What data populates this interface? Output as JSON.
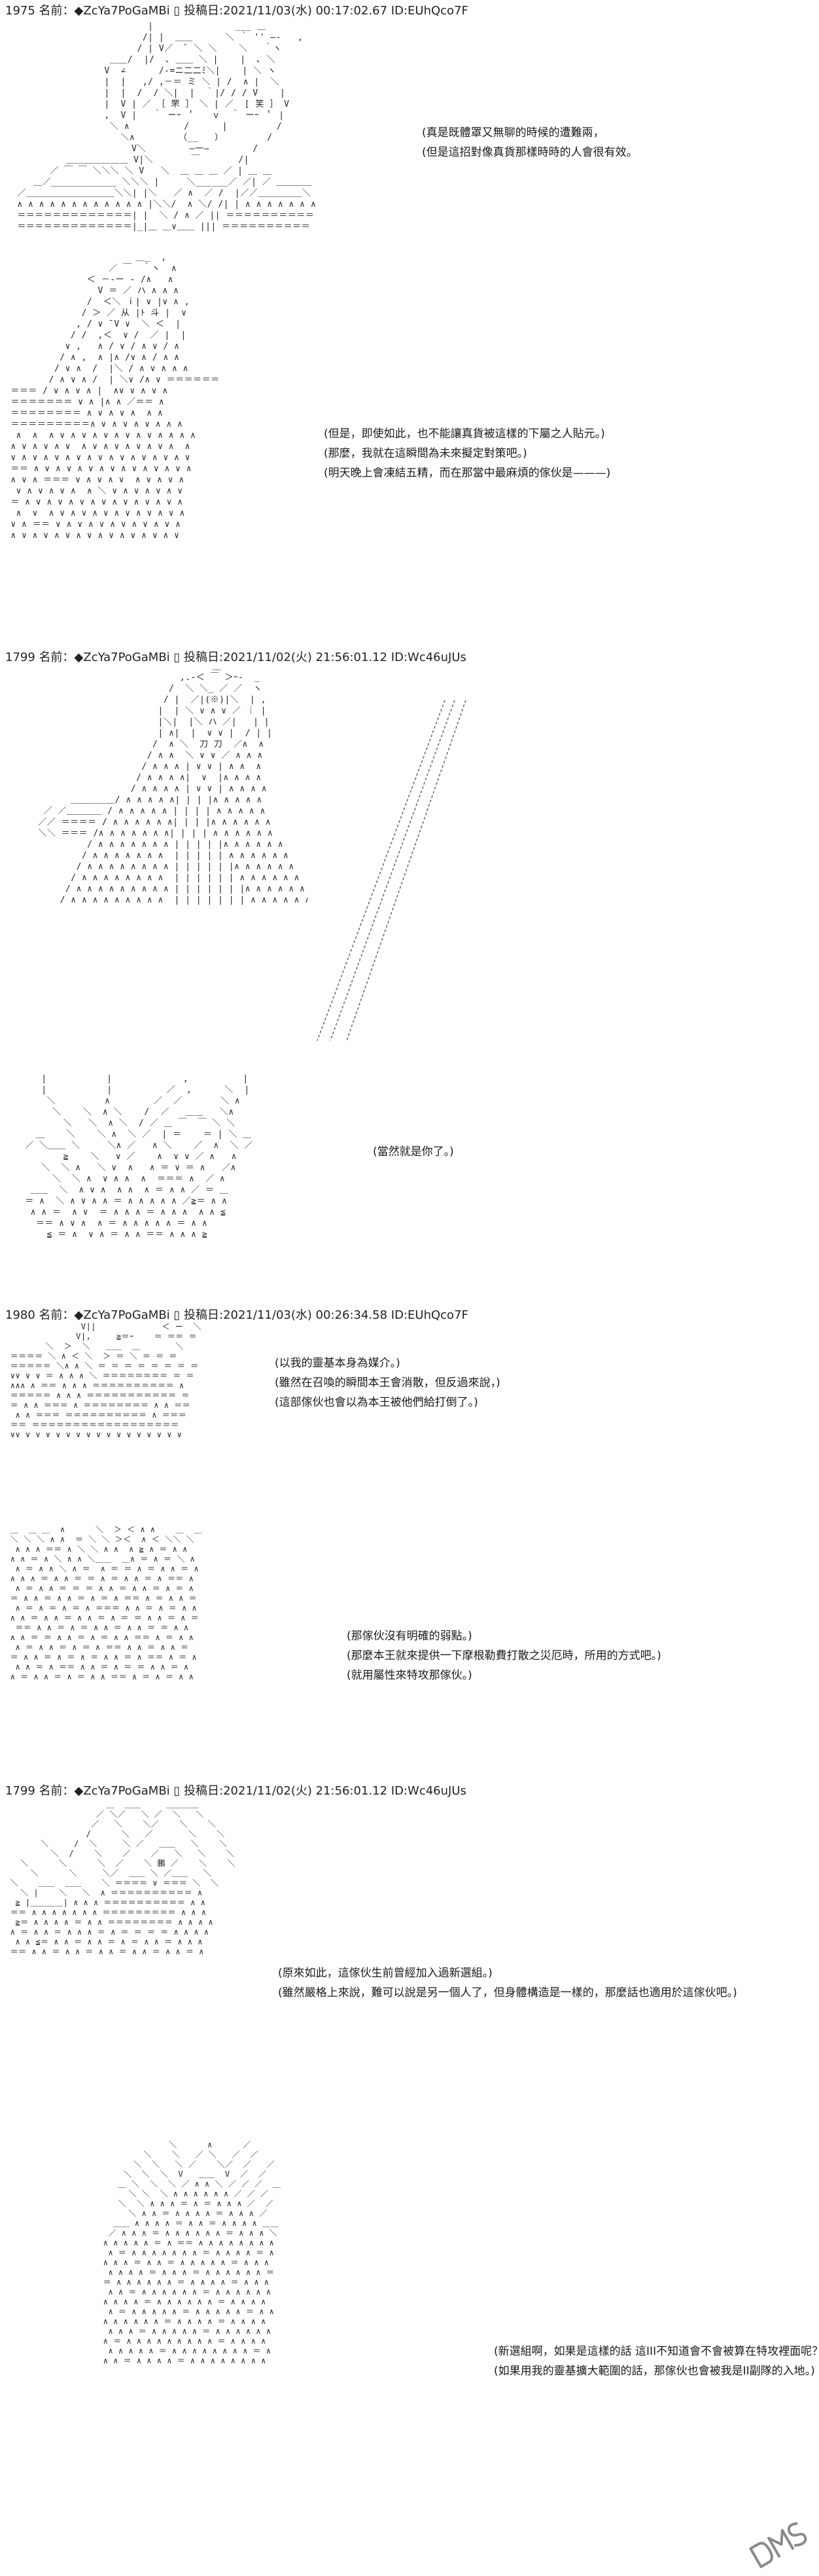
{
  "posts": [
    {
      "header": "1975 名前：◆ZcYa7PoGaMBi ▯ 投稿日:2021/11/03(水) 00:17:02.67 ID:EUhQco7F"
    },
    {
      "header": "1799 名前：◆ZcYa7PoGaMBi ▯ 投稿日:2021/11/02(火) 21:56:01.12 ID:Wc46uJUs"
    },
    {
      "header": "1980 名前：◆ZcYa7PoGaMBi ▯ 投稿日:2021/11/03(水) 00:26:34.58 ID:EUhQco7F"
    },
    {
      "header": "1799 名前：◆ZcYa7PoGaMBi ▯ 投稿日:2021/11/02(火) 21:56:01.12 ID:Wc46uJUs"
    }
  ],
  "dialogues": {
    "d1": [
      "(真是既體罩又無聊的時候的遭難兩，",
      "(但是這招對像真貨那樣時時的人會很有效。"
    ],
    "d2": [
      "(但是，即使如此，也不能讓真貨被這樣的下屬之人貼元。)",
      "(那麼，我就在這瞬間為未來擬定對策吧。)",
      "(明天晚上會凍結五精，而在那當中最麻煩的傢伙是———)"
    ],
    "d3": [
      "(當然就是你了。)"
    ],
    "d4": [
      "(以我的靈基本身為媒介。)",
      "(雖然在召喚的瞬間本王會消散，但反過來說，)",
      "(這部傢伙也會以為本王被他們給打倒了。)"
    ],
    "d5": [
      "(那傢伙沒有明確的弱點。)",
      "(那麼本王就來提供一下摩根勒費打散之災厄時，所用的方式吧。)",
      "(就用屬性來特攻那傢伙。)"
    ],
    "d6": [
      "(原來如此，這傢伙生前曾經加入過新選組。)",
      "(雖然嚴格上來說，難可以說是另一個人了，但身體構造是一樣的，那麼話也適用於這傢伙吧。)"
    ],
    "d7": [
      "(新選組啊，如果是這樣的話 這III不知道會不會被算在特攻裡面呢？)",
      "(如果用我的靈基擴大範圍的話，那傢伙也會被我是II副隊的入地。)"
    ]
  }
}
